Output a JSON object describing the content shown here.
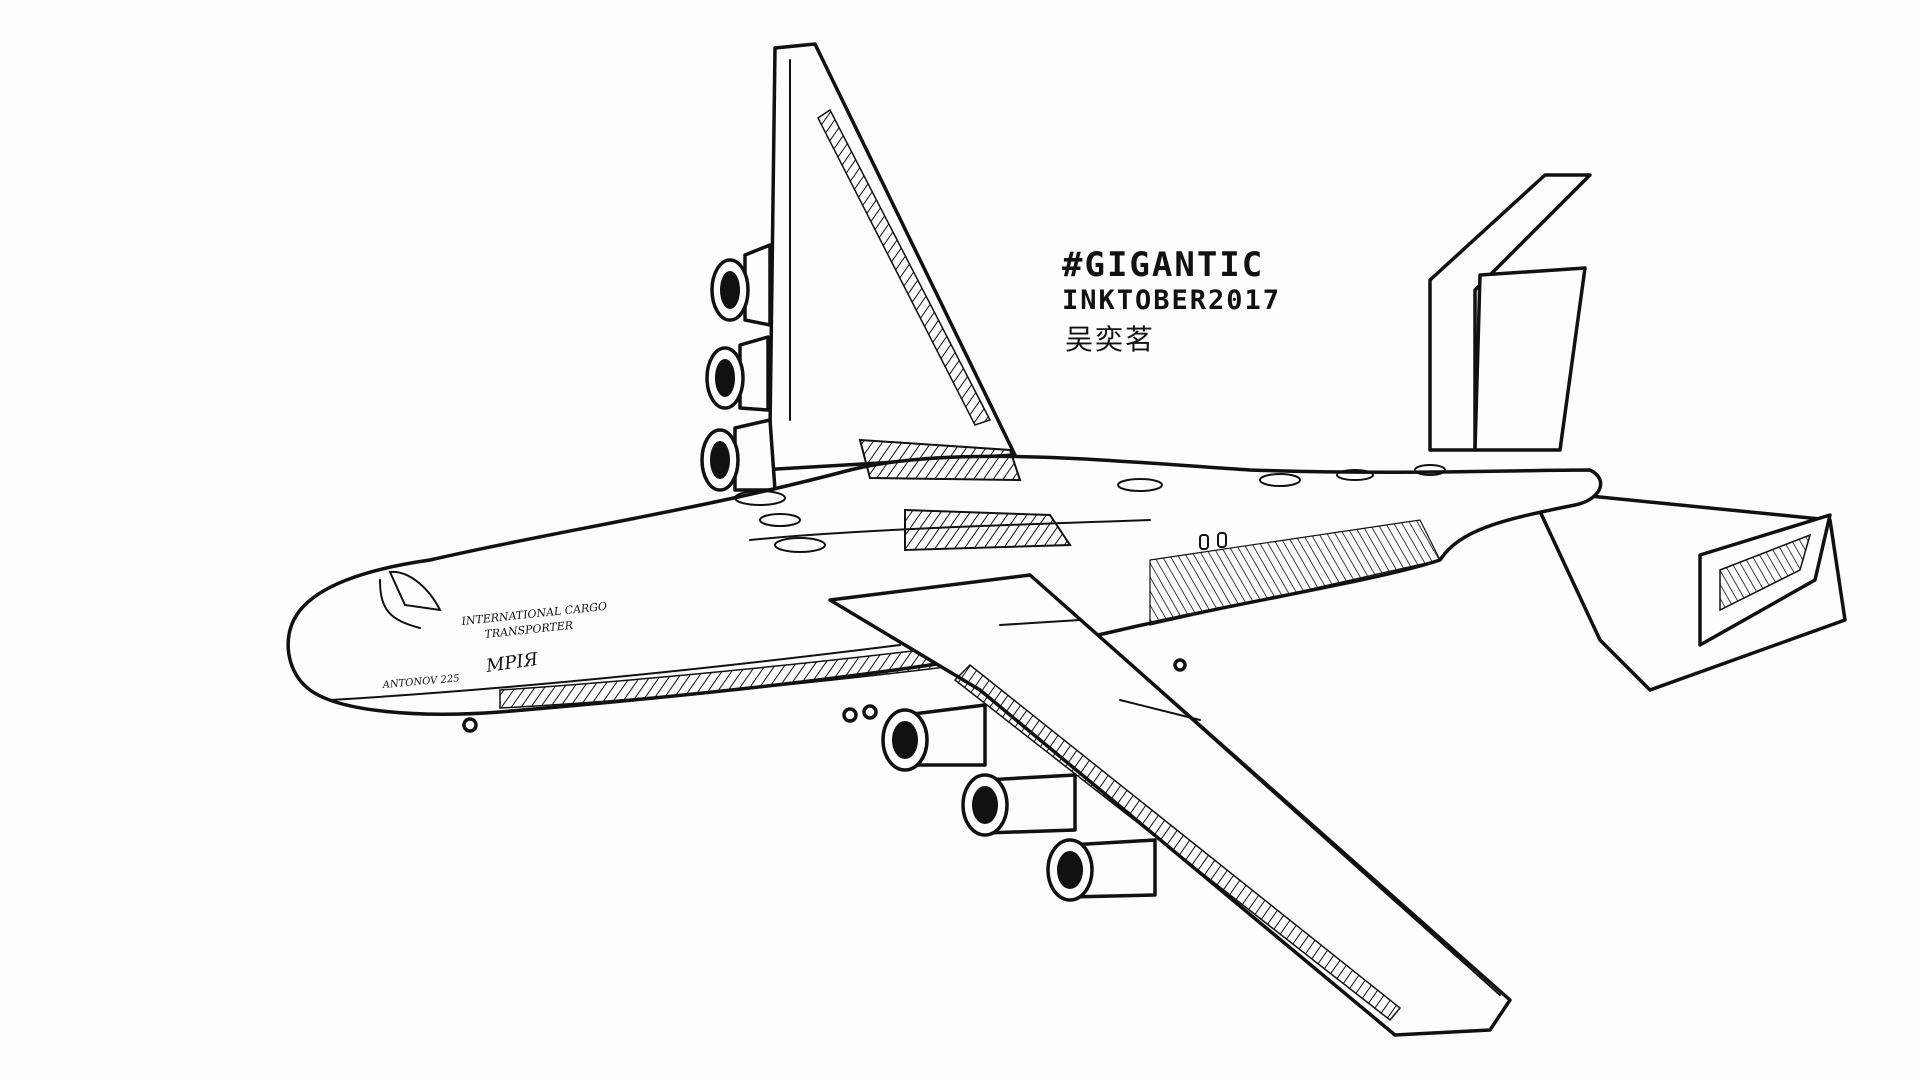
{
  "caption": {
    "hashtag": "#GIGANTIC",
    "event": "INKTOBER2017",
    "signature": "吴奕茗"
  },
  "aircraft": {
    "livery_line1": "INTERNATIONAL CARGO",
    "livery_line2": "TRANSPORTER",
    "model": "ANTONOV 225",
    "name": "МРІЯ"
  },
  "colors": {
    "ink": "#111111",
    "paper": "#fdfdfc"
  }
}
